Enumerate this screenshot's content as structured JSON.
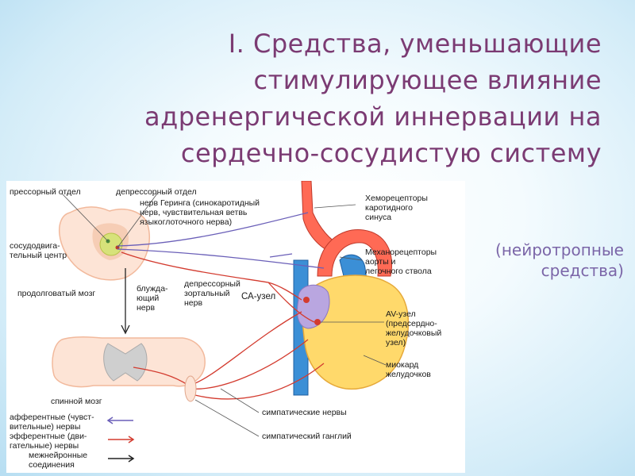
{
  "title": {
    "lines": [
      "I. Средства, уменьшающие",
      "стимулирующее влияние",
      "адренергической  иннервации на",
      "сердечно-сосудистую систему"
    ]
  },
  "subtitle": {
    "lines": [
      "(нейротропные",
      "средства)"
    ]
  },
  "diagram": {
    "labels": {
      "pressor": "прессорный отдел",
      "depressor": "депрессорный отдел",
      "hering": [
        "нерв Геринга (синокаротидный",
        "нерв, чувствительная ветвь",
        "языкоглоточного нерва)"
      ],
      "vasomotor": [
        "сосудодвига-",
        "тельный центр"
      ],
      "medulla": "продолговатый мозг",
      "vagus": [
        "блужда-",
        "ющий",
        "нерв"
      ],
      "aortic": [
        "депрессорный",
        "зортальный",
        "нерв"
      ],
      "sa_node": "СА-узел",
      "chemo": [
        "Хеморецепторы",
        "каротидного",
        "синуса"
      ],
      "mechano": [
        "Механорецепторы",
        "аорты и",
        "легочного ствола"
      ],
      "av_node": [
        "AV-узел",
        "(предсердно-",
        "желудочковый",
        "узел)"
      ],
      "myocard": [
        "миокард",
        "желудочков"
      ],
      "symp_nerves": "симпатические нервы",
      "symp_ganglion": "симпатический ганглий",
      "spinal": "спинной мозг",
      "legend_afferent": [
        "афферентные (чувст-",
        "вительные) нервы"
      ],
      "legend_efferent": [
        "эфферентные (дви-",
        "гательные) нервы"
      ],
      "legend_inter": [
        "межнейронные",
        "соединения"
      ]
    },
    "colors": {
      "afferent": "#6a5fb8",
      "efferent": "#d33b2f",
      "interneuron": "#222222",
      "brain": "#fde4d6",
      "heart": "#ffd96b",
      "aorta": "#ff6a55",
      "vein": "#3b8fd6"
    }
  }
}
